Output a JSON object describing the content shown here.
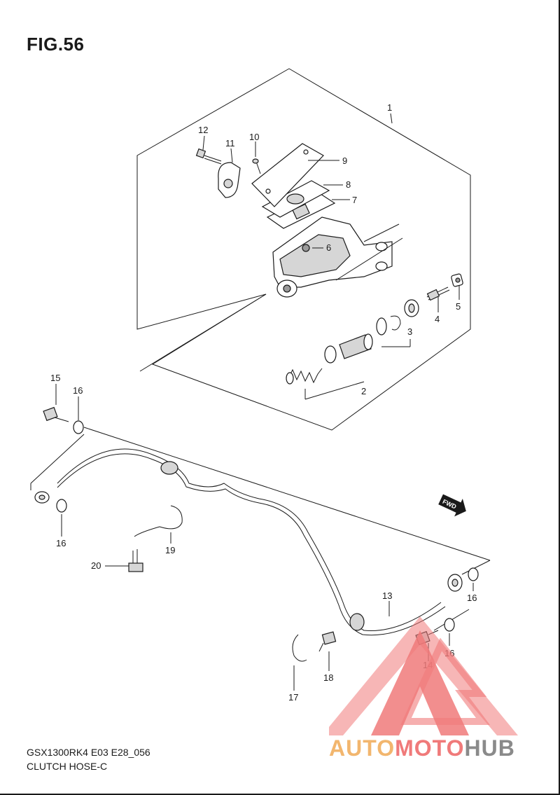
{
  "figure": {
    "title": "FIG.56",
    "model_code": "GSX1300RK4 E03 E28_056",
    "caption": "CLUTCH HOSE-C"
  },
  "callouts": [
    {
      "id": "1",
      "text": "1"
    },
    {
      "id": "2",
      "text": "2"
    },
    {
      "id": "3",
      "text": "3"
    },
    {
      "id": "4",
      "text": "4"
    },
    {
      "id": "5",
      "text": "5"
    },
    {
      "id": "6",
      "text": "6"
    },
    {
      "id": "7",
      "text": "7"
    },
    {
      "id": "8",
      "text": "8"
    },
    {
      "id": "9",
      "text": "9"
    },
    {
      "id": "10",
      "text": "10"
    },
    {
      "id": "11",
      "text": "11"
    },
    {
      "id": "12",
      "text": "12"
    },
    {
      "id": "13",
      "text": "13"
    },
    {
      "id": "14",
      "text": "14"
    },
    {
      "id": "15",
      "text": "15"
    },
    {
      "id": "16a",
      "text": "16"
    },
    {
      "id": "16b",
      "text": "16"
    },
    {
      "id": "16c",
      "text": "16"
    },
    {
      "id": "16d",
      "text": "16"
    },
    {
      "id": "17",
      "text": "17"
    },
    {
      "id": "18",
      "text": "18"
    },
    {
      "id": "19",
      "text": "19"
    },
    {
      "id": "20",
      "text": "20"
    }
  ],
  "direction_badge": "FWD",
  "watermark": {
    "part1": "AUTO",
    "part2": "MOTO",
    "part3": "HUB",
    "colors": {
      "orange": "#f2b66e",
      "red": "#f07a7a",
      "gray": "#8a8a8a"
    }
  }
}
